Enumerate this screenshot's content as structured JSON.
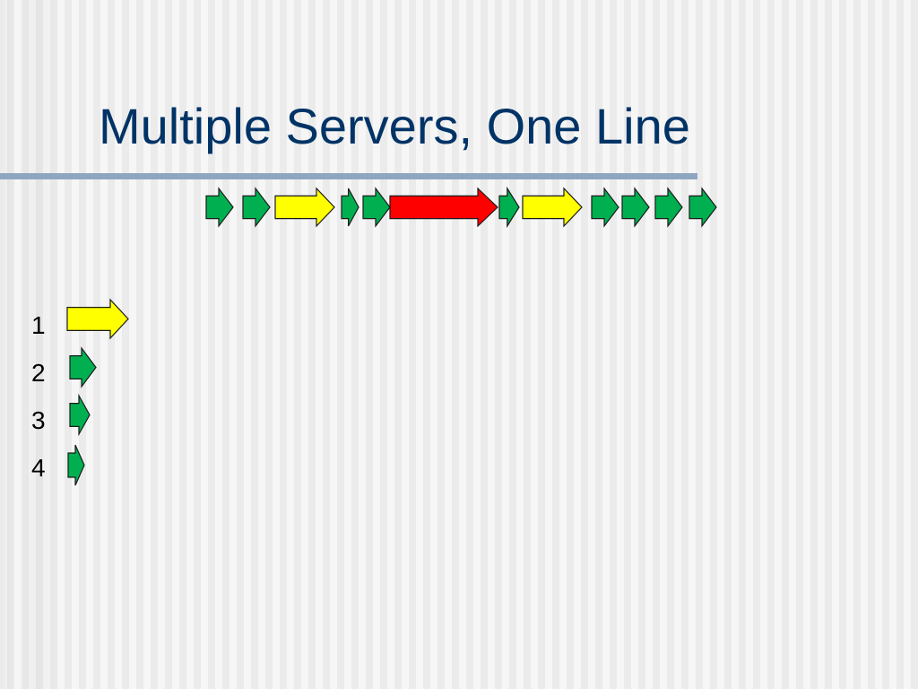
{
  "slide": {
    "title": "Multiple Servers, One Line",
    "title_color": "#003366",
    "rule_color": "#8fa6c1"
  },
  "queue": {
    "customers": [
      {
        "color": "green",
        "size": "small"
      },
      {
        "color": "green",
        "size": "small"
      },
      {
        "color": "yellow",
        "size": "medium"
      },
      {
        "color": "green",
        "size": "tiny"
      },
      {
        "color": "green",
        "size": "small"
      },
      {
        "color": "red",
        "size": "large"
      },
      {
        "color": "green",
        "size": "tiny"
      },
      {
        "color": "yellow",
        "size": "medium"
      },
      {
        "color": "green",
        "size": "small"
      },
      {
        "color": "green",
        "size": "small"
      },
      {
        "color": "green",
        "size": "small"
      },
      {
        "color": "green",
        "size": "small"
      }
    ]
  },
  "servers": [
    {
      "label": "1",
      "job_color": "yellow",
      "job_size": "medium"
    },
    {
      "label": "2",
      "job_color": "green",
      "job_size": "small"
    },
    {
      "label": "3",
      "job_color": "green",
      "job_size": "tiny"
    },
    {
      "label": "4",
      "job_color": "green",
      "job_size": "tiny"
    }
  ],
  "palette": {
    "green": "#00b050",
    "yellow": "#ffff00",
    "red": "#ff0000",
    "outline": "#1a1a1a"
  }
}
